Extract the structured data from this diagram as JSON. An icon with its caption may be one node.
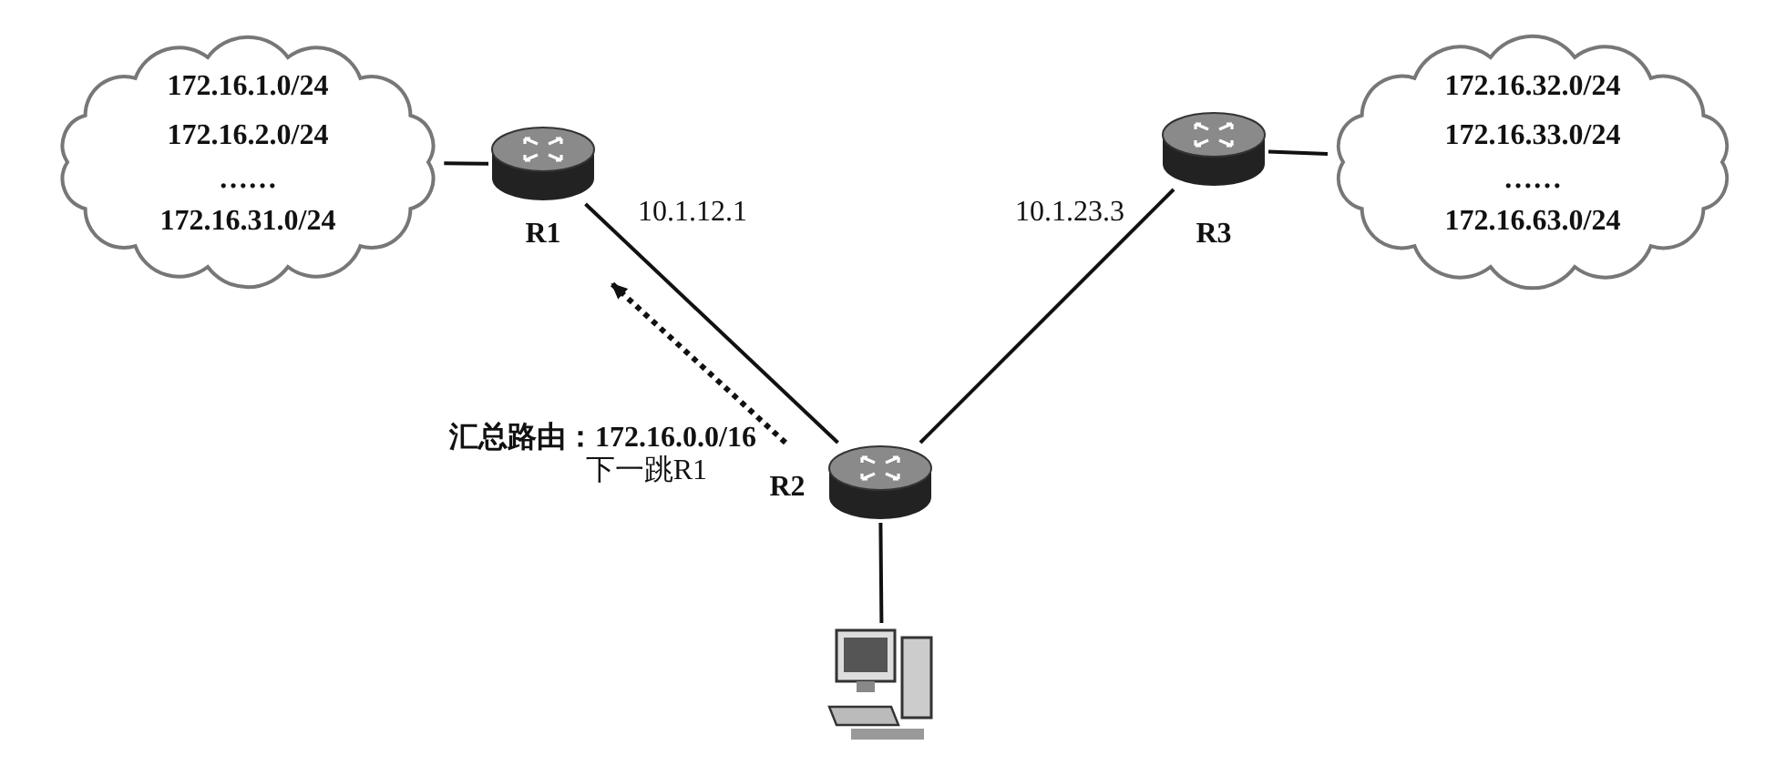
{
  "diagram": {
    "nodes": [
      {
        "text": [
          "172.16.1.0/24",
          "172.16.2.0/24",
          "……",
          "172.16.31.0/24"
        ]
      },
      {
        "text": [],
        "shape": "cylinder",
        "beside": [
          "R1"
        ]
      },
      {
        "text": [],
        "shape": "cylinder",
        "beside": [
          "R3"
        ]
      },
      {
        "text": [
          "172.16.32.0/24",
          "172.16.33.0/24",
          "……",
          "172.16.63.0/24"
        ]
      },
      {
        "text": [],
        "shape": "cylinder",
        "beside": [
          "R2"
        ]
      },
      {
        "text": [],
        "shape": "computer"
      }
    ],
    "edges": [
      {
        "from": 0,
        "to": 1,
        "arrow": "none"
      },
      {
        "from": 1,
        "to": 4,
        "arrow": "none",
        "label": "10.1.12.1"
      },
      {
        "from": 4,
        "to": 2,
        "arrow": "none",
        "label": "10.1.23.3"
      },
      {
        "from": 2,
        "to": 3,
        "arrow": "none"
      },
      {
        "from": 4,
        "to": 5,
        "arrow": "none"
      },
      {
        "from": 4,
        "to": 1,
        "arrow": "to",
        "style": "dashed"
      }
    ],
    "labels": [
      "汇总路由：172.16.0.0/16",
      "下一跳R1"
    ]
  }
}
